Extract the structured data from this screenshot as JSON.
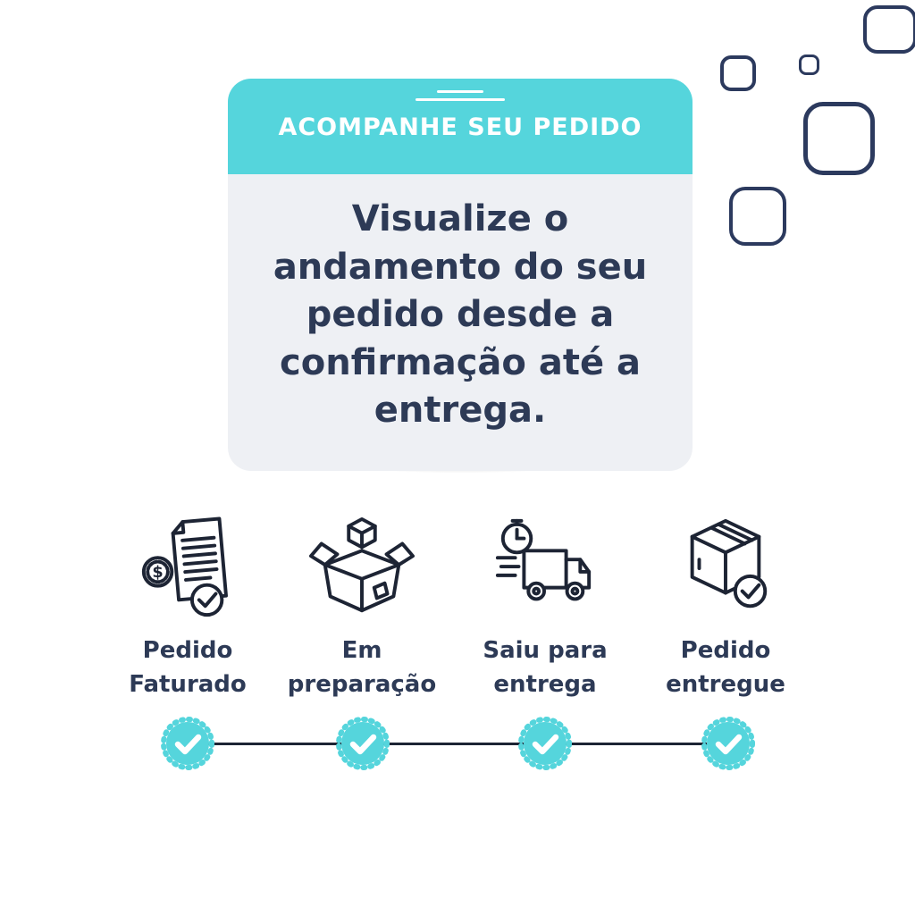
{
  "colors": {
    "teal": "#55d5dc",
    "navy_text": "#2d3a56",
    "icon_stroke": "#1d2434",
    "card_body_bg": "#eef0f4",
    "decor_square_border": "#2c3a5e"
  },
  "card": {
    "title": "ACOMPANHE SEU PEDIDO",
    "body_text": "Visualize o andamento do seu pedido desde a confirmação até a entrega."
  },
  "steps": [
    {
      "label": "Pedido Faturado",
      "icon": "invoice-check-icon"
    },
    {
      "label": "Em preparação",
      "icon": "open-box-icon"
    },
    {
      "label": "Saiu para entrega",
      "icon": "delivery-truck-icon"
    },
    {
      "label": "Pedido entregue",
      "icon": "box-check-icon"
    }
  ],
  "icons": {
    "dollar_sign": "$"
  },
  "timeline": {
    "steps_total": 4,
    "steps_completed": 4,
    "badge_icon": "check-icon"
  }
}
